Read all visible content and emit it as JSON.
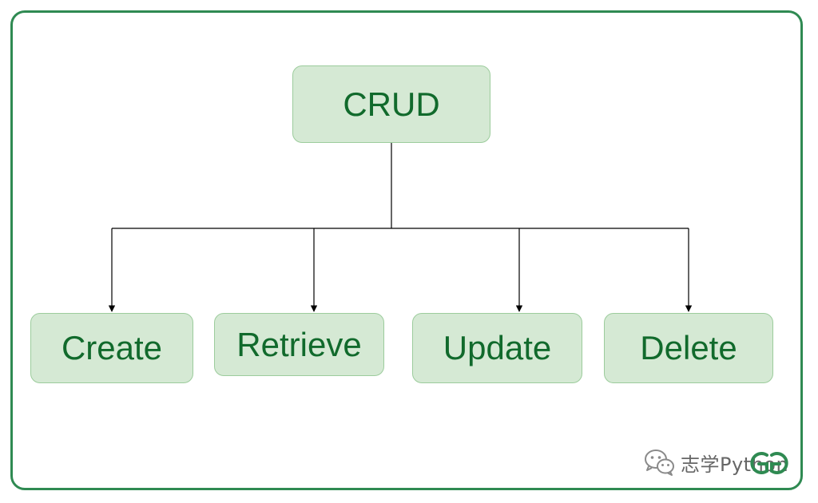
{
  "diagram": {
    "root": {
      "label": "CRUD"
    },
    "children": [
      {
        "label": "Create"
      },
      {
        "label": "Retrieve"
      },
      {
        "label": "Update"
      },
      {
        "label": "Delete"
      }
    ]
  },
  "watermark": {
    "text": "志学Python",
    "icon": "wechat-icon"
  },
  "logo": {
    "icon": "gfg-logo-icon"
  },
  "colors": {
    "frame": "#2f8a52",
    "node_fill": "#d5e9d4",
    "node_border": "#9ccc9c",
    "node_text": "#116a2c",
    "connector": "#000000"
  }
}
